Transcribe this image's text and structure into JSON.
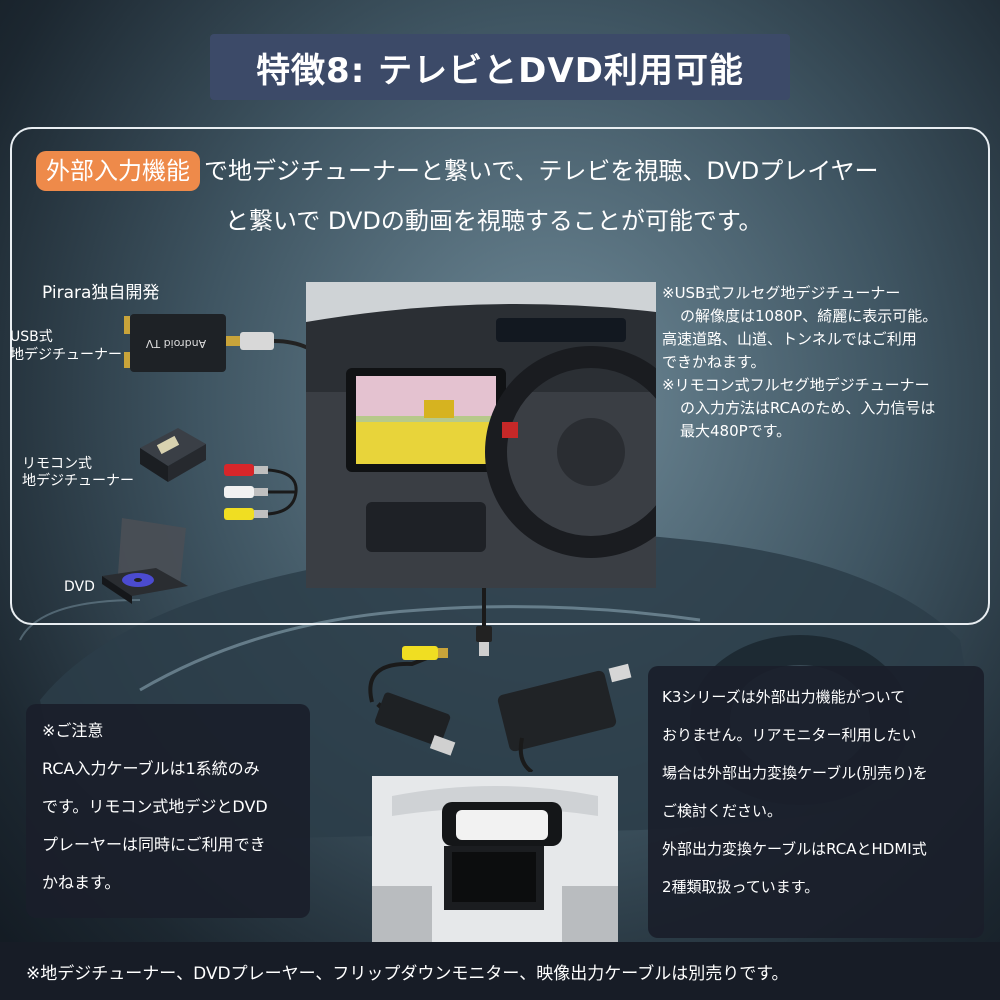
{
  "title": "特徴8: テレビとDVD利用可能",
  "intro": {
    "badge": "外部入力機能",
    "line1_rest": "で地デジチューナーと繋いで、テレビを視聴、DVDプレイヤー",
    "line2": "と繋いで DVDの動画を視聴することが可能です。"
  },
  "devices": {
    "brand_label": "Pirara独自開発",
    "usb_tuner_label_1": "USB式",
    "usb_tuner_label_2": "地デジチューナー",
    "usb_tuner_print": "Android TV",
    "remote_tuner_label_1": "リモコン式",
    "remote_tuner_label_2": "地デジチューナー",
    "dvd_label": "DVD"
  },
  "notes_right": [
    "※USB式フルセグ地デジチューナー",
    "の解像度は1080P、綺麗に表示可能。",
    "高速道路、山道、トンネルではご利用",
    "できかねます。",
    "※リモコン式フルセグ地デジチューナー",
    "の入力方法はRCAのため、入力信号は",
    "最大480Pです。"
  ],
  "caution": {
    "heading": "※ご注意",
    "lines": [
      "RCA入力ケーブルは1系統のみ",
      "です。リモコン式地デジとDVD",
      "プレーヤーは同時にご利用でき",
      "かねます。"
    ]
  },
  "k3_note": {
    "lines": [
      "K3シリーズは外部出力機能がついて",
      "おりません。リアモニター利用したい",
      "場合は外部出力変換ケーブル(別売り)を",
      "ご検討ください。",
      "外部出力変換ケーブルはRCAとHDMI式",
      "2種類取扱っています。"
    ]
  },
  "footer": "※地デジチューナー、DVDプレーヤー、フリップダウンモニター、映像出力ケーブルは別売りです。",
  "colors": {
    "title_bg": "#3c4a68",
    "badge": "#ee8a4a",
    "card_bg": "#1a1e2a"
  }
}
